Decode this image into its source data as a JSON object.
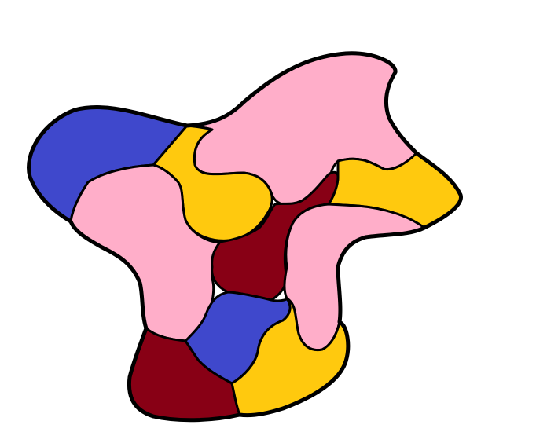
{
  "colors": {
    "background": "#ffffff",
    "outline": "#000000",
    "blue": "#3f48cc",
    "pink": "#ffaec9",
    "yellow": "#ffc90e",
    "maroon": "#880015"
  },
  "regions": [
    {
      "name": "region-blue-left",
      "color": "blue"
    },
    {
      "name": "region-pink-top",
      "color": "pink"
    },
    {
      "name": "region-yellow-upper-left",
      "color": "yellow"
    },
    {
      "name": "region-pink-left",
      "color": "pink"
    },
    {
      "name": "region-yellow-right",
      "color": "yellow"
    },
    {
      "name": "region-maroon-center",
      "color": "maroon"
    },
    {
      "name": "region-pink-lower-right",
      "color": "pink"
    },
    {
      "name": "region-blue-lower",
      "color": "blue"
    },
    {
      "name": "region-maroon-bottom-left",
      "color": "maroon"
    },
    {
      "name": "region-yellow-bottom-right",
      "color": "yellow"
    }
  ]
}
